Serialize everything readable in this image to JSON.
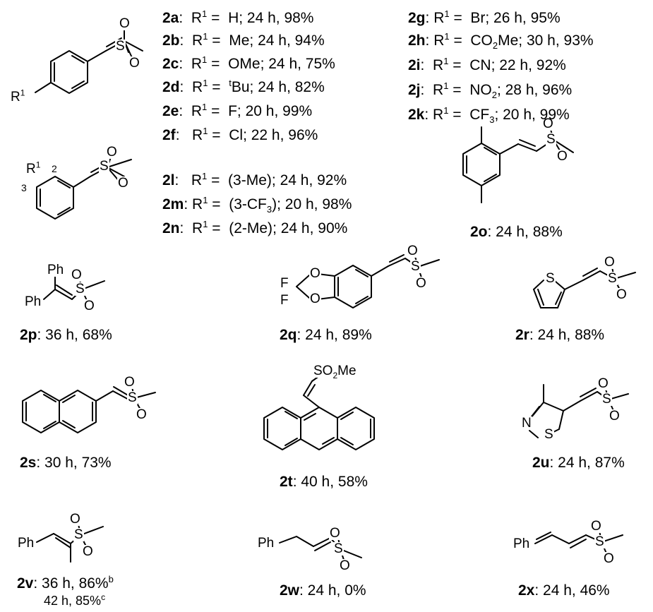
{
  "table_a": [
    {
      "id": "2a",
      "r1": "H",
      "time": "24 h",
      "yield": "98%"
    },
    {
      "id": "2b",
      "r1": "Me",
      "time": "24 h",
      "yield": "94%"
    },
    {
      "id": "2c",
      "r1": "OMe",
      "time": "24 h",
      "yield": "75%"
    },
    {
      "id": "2d",
      "r1_sup": "t",
      "r1": "Bu",
      "time": "24 h",
      "yield": "82%"
    },
    {
      "id": "2e",
      "r1": "F",
      "time": "20 h",
      "yield": "99%"
    },
    {
      "id": "2f",
      "r1": "Cl",
      "time": "22 h",
      "yield": "96%"
    }
  ],
  "table_b": [
    {
      "id": "2g",
      "r1": "Br",
      "time": "26 h",
      "yield": "95%"
    },
    {
      "id": "2h",
      "r1_main": "CO",
      "r1_sub": "2",
      "r1_tail": "Me",
      "time": "30 h",
      "yield": "93%"
    },
    {
      "id": "2i",
      "r1": "CN",
      "time": "22 h",
      "yield": "92%"
    },
    {
      "id": "2j",
      "r1_main": "NO",
      "r1_sub": "2",
      "time": "28 h",
      "yield": "96%"
    },
    {
      "id": "2k",
      "r1_main": "CF",
      "r1_sub": "3",
      "time": "20 h",
      "yield": "99%"
    }
  ],
  "table_c": [
    {
      "id": "2l",
      "r1_main": "(3-Me)",
      "time": "24 h",
      "yield": "92%"
    },
    {
      "id": "2m",
      "r1_main": "(3-CF",
      "r1_sub": "3",
      "r1_tail": ")",
      "time": "20 h",
      "yield": "98%"
    },
    {
      "id": "2n",
      "r1_main": "(2-Me)",
      "time": "24 h",
      "yield": "90%"
    }
  ],
  "labels": {
    "r": "R",
    "r_sup": "1",
    "equals": "=",
    "pos2": "2",
    "pos3": "3",
    "ph": "Ph",
    "s": "S",
    "o": "O",
    "f": "F",
    "n": "N",
    "so2me_main": "SO",
    "so2me_sub": "2",
    "so2me_tail": "Me"
  },
  "captions": [
    {
      "id": "2o",
      "text": ": 24 h, 88%"
    },
    {
      "id": "2p",
      "text": ": 36 h, 68%"
    },
    {
      "id": "2q",
      "text": ": 24 h, 89%"
    },
    {
      "id": "2r",
      "text": ": 24 h, 88%"
    },
    {
      "id": "2s",
      "text": ": 30 h, 73%"
    },
    {
      "id": "2t",
      "text": ": 40 h, 58%"
    },
    {
      "id": "2u",
      "text": ": 24 h, 87%"
    },
    {
      "id": "2v",
      "text": ": 36 h, 86%",
      "sup": "b",
      "line2": "42 h, 85%",
      "line2_sup": "c"
    },
    {
      "id": "2w",
      "text": ": 24 h, 0%"
    },
    {
      "id": "2x",
      "text": ": 24 h, 46%"
    }
  ]
}
